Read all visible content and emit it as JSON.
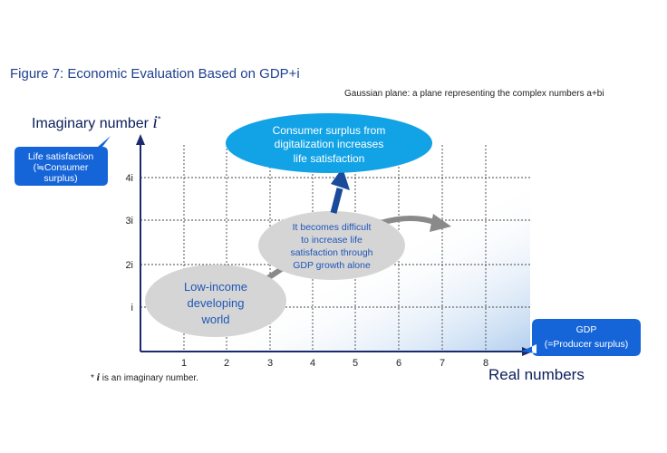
{
  "figure_title": "Figure 7: Economic Evaluation Based on GDP+i",
  "gaussian_note": "Gaussian plane: a plane representing the complex numbers a+bi",
  "y_axis": {
    "title": "Imaginary number ",
    "symbol": "i",
    "symbol_sup": "*",
    "ticks": [
      "i",
      "2i",
      "3i",
      "4i"
    ],
    "callout_lines": [
      "Life satisfaction",
      "(≒Consumer",
      "surplus)"
    ]
  },
  "x_axis": {
    "title": "Real numbers",
    "ticks": [
      "1",
      "2",
      "3",
      "4",
      "5",
      "6",
      "7",
      "8"
    ],
    "callout_lines": [
      "GDP",
      "(=Producer surplus)"
    ]
  },
  "bubbles": {
    "low_income": [
      "Low-income",
      "developing",
      "world"
    ],
    "difficult": [
      "It becomes difficult",
      "to increase life",
      "satisfaction through",
      "GDP growth alone"
    ],
    "consumer_surplus": [
      "Consumer surplus from",
      "digitalization increases",
      "life satisfaction"
    ]
  },
  "footnote": {
    "prefix": "* ",
    "symbol": "i",
    "text": " is an imaginary number."
  },
  "colors": {
    "navy": "#0b1e5b",
    "axis": "#1a2a6c",
    "callout_blue": "#1565d8",
    "cyan_bubble": "#12a3e6",
    "gray_bubble": "#d5d5d5",
    "gray_text": "#1e56b8",
    "arrow_blue": "#1a4a9a",
    "arrow_gray": "#8a8a8a",
    "gradient_light": "#a9c9ec"
  }
}
